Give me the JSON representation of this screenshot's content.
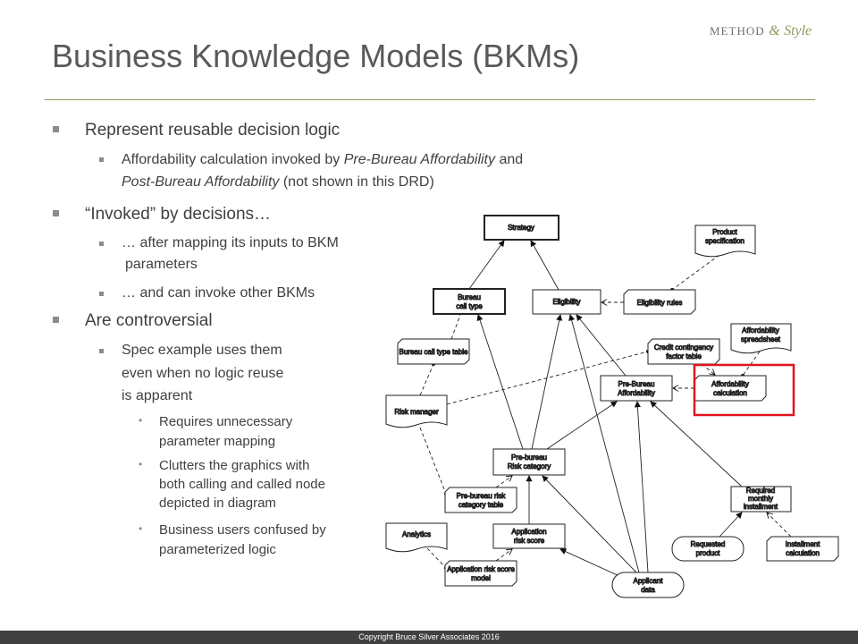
{
  "logo": {
    "method": "Method",
    "amp": "&",
    "style": "Style"
  },
  "title": "Business Knowledge Models (BKMs)",
  "bullets": {
    "b1": "Represent reusable decision logic",
    "b1_1_a": "Affordability calculation invoked by ",
    "b1_1_b": "Pre-Bureau Affordability",
    "b1_1_c": " and",
    "b1_1_d": "Post-Bureau Affordability",
    "b1_1_e": " (not shown in this DRD)",
    "b2": "“Invoked” by decisions…",
    "b2_1a": "… after mapping its inputs to BKM",
    "b2_1b": "parameters",
    "b2_2": "… and can invoke other BKMs",
    "b3": "Are controversial",
    "b3_1a": "Spec example uses them",
    "b3_1b": "even when no logic reuse",
    "b3_1c": "is apparent",
    "b3_1_1a": "Requires unnecessary",
    "b3_1_1b": "parameter mapping",
    "b3_1_2a": "Clutters the graphics with",
    "b3_1_2b": "both calling and called node",
    "b3_1_2c": "depicted in diagram",
    "b3_1_3a": "Business users confused by",
    "b3_1_3b": "parameterized logic"
  },
  "diagram": {
    "strategy": "Strategy",
    "bureau_call_type": [
      "Bureau",
      "call type"
    ],
    "eligibility": "Eligibility",
    "eligibility_rules": "Eligibility rules",
    "product_spec": [
      "Product",
      "specification"
    ],
    "bureau_call_type_table": "Bureau call type table",
    "credit_contingency": [
      "Credit contingency",
      "factor table"
    ],
    "affordability_spreadsheet": [
      "Affordability",
      "spreadsheet"
    ],
    "pre_bureau_affordability": [
      "Pre-Bureau",
      "Affordability"
    ],
    "affordability_calculation": [
      "Affordability",
      "calculation"
    ],
    "risk_manager": "Risk manager",
    "pre_bureau_risk_category": [
      "Pre-bureau",
      "Risk category"
    ],
    "pre_bureau_risk_table": [
      "Pre-bureau risk",
      "category table"
    ],
    "required_monthly": [
      "Required",
      "monthly",
      "installment"
    ],
    "analytics": "Analytics",
    "application_risk_score": [
      "Application",
      "risk score"
    ],
    "application_risk_model": [
      "Application risk score",
      "model"
    ],
    "applicant_data": [
      "Applicant",
      "data"
    ],
    "requested_product": [
      "Requested",
      "product"
    ],
    "installment_calculation": [
      "Installment",
      "calculation"
    ],
    "highlight_color": "#e0141e"
  },
  "footer": "Copyright Bruce Silver Associates 2016"
}
